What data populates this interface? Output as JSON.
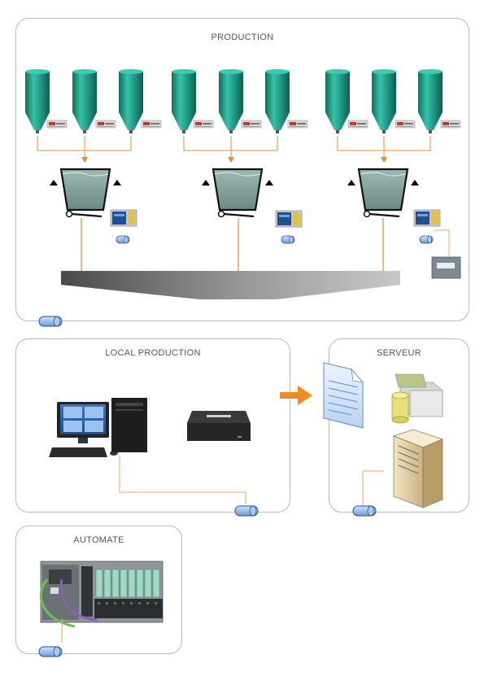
{
  "panels": {
    "production": {
      "title": "PRODUCTION"
    },
    "local_production": {
      "title": "LOCAL PRODUCTION"
    },
    "serveur": {
      "title": "SERVEUR"
    },
    "automate": {
      "title": "AUTOMATE"
    }
  },
  "colors": {
    "silo_teal": "#1a9b86",
    "connector_orange": "#f5a45c",
    "arrow_orange": "#f08a24",
    "panel_border": "#b9b9b9",
    "bin_fill": "#7f9f99",
    "link_blue": "#5b8ed6"
  },
  "icons": {
    "silo": "silo-icon",
    "weigh_hopper": "weigh-hopper-icon",
    "indicator": "weight-indicator-icon",
    "connector": "network-connector-icon",
    "collector": "collector-conveyor-icon",
    "terminal": "terminal-icon",
    "pc": "desktop-computer-icon",
    "printer": "printer-icon",
    "document": "document-icon",
    "database": "database-icon",
    "server": "server-icon",
    "plc": "plc-icon",
    "arrow": "arrow-right-icon"
  }
}
